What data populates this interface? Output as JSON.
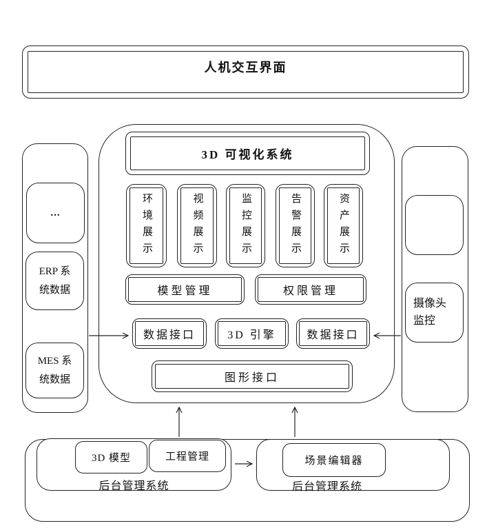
{
  "top_bar": {
    "title": "人机交互界面"
  },
  "left_panel": {
    "dots": "...",
    "erp": "ERP 系\n统数据",
    "mes": "MES 系\n统数据"
  },
  "right_panel": {
    "camera": "摄像头\n监控"
  },
  "visualization": {
    "title": "3D 可视化系统",
    "displays": [
      "环境展示",
      "视频展示",
      "监控展示",
      "告警展示",
      "资产展示"
    ],
    "model_mgmt": "模型管理",
    "perm_mgmt": "权限管理",
    "data_if_left": "数据接口",
    "engine": "3D 引擎",
    "data_if_right": "数据接口",
    "graphics_if": "图形接口"
  },
  "backend_left": {
    "label": "后台管理系统",
    "model_3d": "3D 模型",
    "project_mgmt": "工程管理"
  },
  "backend_right": {
    "label": "后台管理系统",
    "scene_editor": "场景编辑器"
  },
  "colors": {
    "line": "#222222",
    "background": "#ffffff"
  }
}
